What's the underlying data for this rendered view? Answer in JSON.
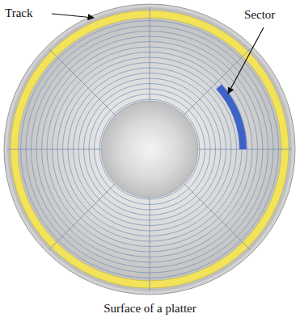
{
  "diagram": {
    "caption": "Surface of a platter",
    "labels": [
      "Track",
      "Sector"
    ]
  }
}
